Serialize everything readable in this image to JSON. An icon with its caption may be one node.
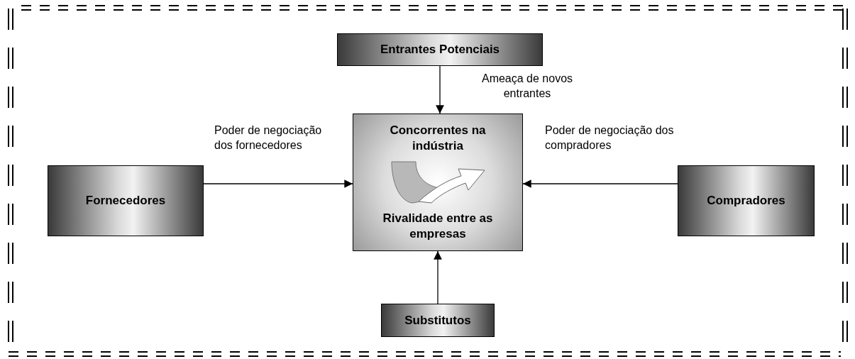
{
  "diagram": {
    "nodes": [
      {
        "text": [
          "Entrantes Potenciais"
        ]
      },
      {
        "text": [
          "Concorrentes na indústria",
          "Rivalidade entre as empresas"
        ]
      },
      {
        "text": [
          "Fornecedores"
        ]
      },
      {
        "text": [
          "Compradores"
        ]
      },
      {
        "text": [
          "Substitutos"
        ]
      }
    ],
    "edges": [
      {
        "from": 0,
        "to": 1,
        "arrow": "to",
        "label": "Ameaça de novos entrantes"
      },
      {
        "from": 2,
        "to": 1,
        "arrow": "to",
        "label": "Poder de negociação dos fornecedores"
      },
      {
        "from": 3,
        "to": 1,
        "arrow": "to",
        "label": "Poder de negociação dos compradores"
      },
      {
        "from": 4,
        "to": 1,
        "arrow": "to"
      }
    ]
  }
}
